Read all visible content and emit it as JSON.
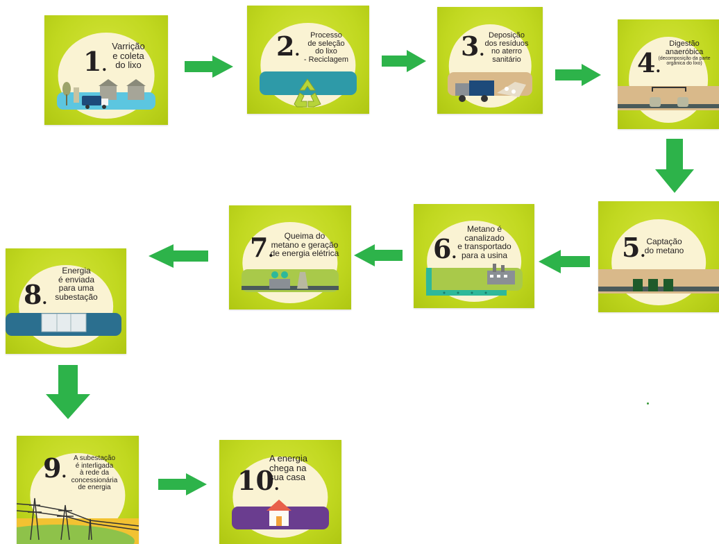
{
  "steps": [
    {
      "number": "1",
      "lines": [
        "Varrição",
        "e coleta",
        "do lixo"
      ]
    },
    {
      "number": "2",
      "lines": [
        "Processo",
        "de seleção",
        "do lixo",
        "- Reciclagem"
      ]
    },
    {
      "number": "3",
      "lines": [
        "Deposição",
        "dos resíduos",
        "no aterro",
        "sanitário"
      ]
    },
    {
      "number": "4",
      "lines": [
        "Digestão",
        "anaeróbica"
      ],
      "sub": "(decomposição da parte orgânica do lixo)"
    },
    {
      "number": "5",
      "lines": [
        "Captação",
        "do metano"
      ]
    },
    {
      "number": "6",
      "lines": [
        "Metano é",
        "canalizado",
        "e transportado",
        "para a usina"
      ]
    },
    {
      "number": "7",
      "lines": [
        "Queima do",
        "metano e geração",
        "de energia elétrica"
      ]
    },
    {
      "number": "8",
      "lines": [
        "Energia",
        "é enviada",
        "para uma",
        "subestação"
      ]
    },
    {
      "number": "9",
      "lines": [
        "A subestação",
        "é interligada",
        "à rede da",
        "concessionária",
        "de energia"
      ]
    },
    {
      "number": "10",
      "lines": [
        "A energia",
        "chega na",
        "sua casa"
      ]
    }
  ],
  "colors": {
    "card": "#c1d820",
    "disc": "#faf3d3",
    "arrow": "#2db34a",
    "band_blue": "#2aa7c8",
    "band_teal": "#2e9aa8",
    "band_sand": "#d9b98a",
    "band_green": "#a9c94a",
    "band_navy": "#2b6f8f",
    "band_purple": "#6a3d8f",
    "band_yellow": "#f2c232"
  }
}
